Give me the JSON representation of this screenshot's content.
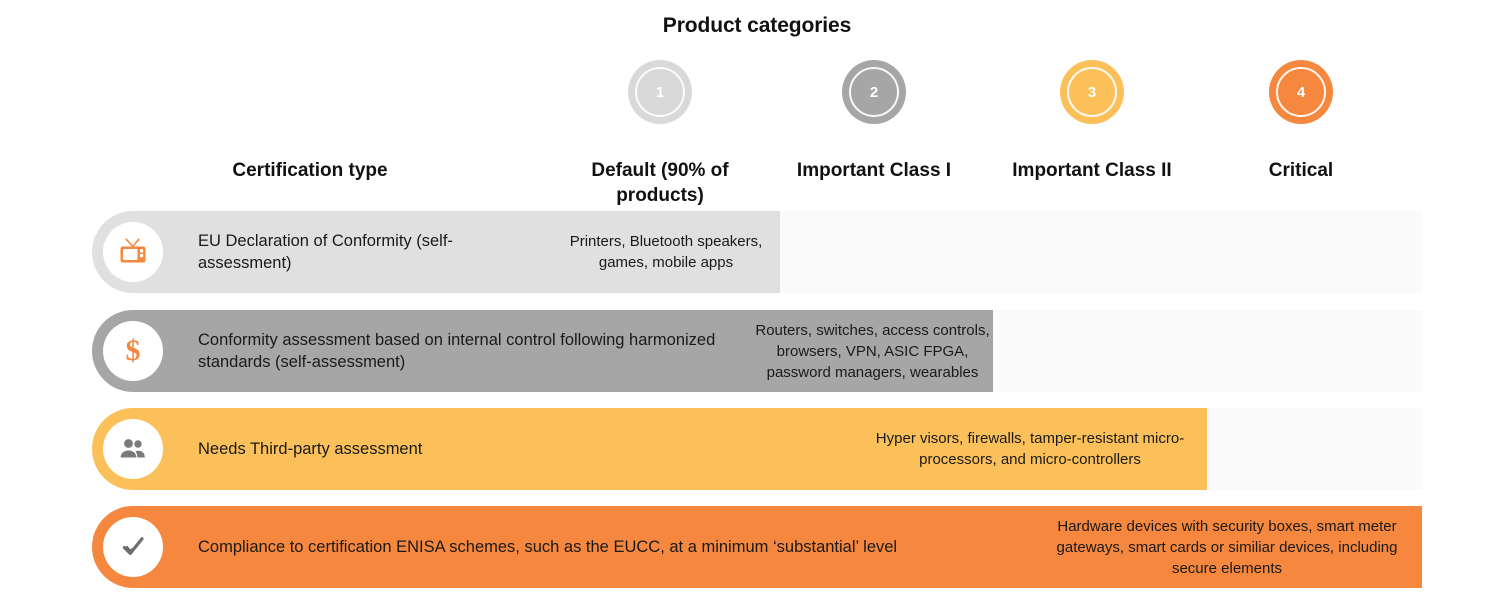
{
  "header": {
    "title": "Product categories",
    "certification_type_label": "Certification type"
  },
  "categories": [
    {
      "number": "1",
      "label": "Default (90% of products)",
      "color": "#d9d9d9"
    },
    {
      "number": "2",
      "label": "Important Class I",
      "color": "#a6a6a6"
    },
    {
      "number": "3",
      "label": "Important Class II",
      "color": "#fbc05a"
    },
    {
      "number": "4",
      "label": "Critical",
      "color": "#f5873f"
    }
  ],
  "rows": [
    {
      "icon": "retro-tv-icon",
      "certification": "EU Declaration of Conformity (self-assessment)",
      "products": "Printers, Bluetooth speakers, games, mobile apps",
      "bar_color": "#e0e0e0",
      "track_color": "#fafafa"
    },
    {
      "icon": "dollar-sign-icon",
      "certification": "Conformity assessment based on internal control following harmonized standards (self-assessment)",
      "products": "Routers, switches, access controls, browsers, VPN, ASIC FPGA, password managers, wearables",
      "bar_color": "#a6a6a6",
      "track_color": "#fafafa"
    },
    {
      "icon": "people-group-icon",
      "certification": "Needs Third-party assessment",
      "products": "Hyper visors, firewalls, tamper-resistant micro-processors, and micro-controllers",
      "bar_color": "#fbc05a",
      "track_color": "#fafafa"
    },
    {
      "icon": "checkmark-icon",
      "certification": "Compliance to certification ENISA schemes, such as the EUCC, at a minimum ‘substantial’ level",
      "products": "Hardware devices with security boxes, smart meter gateways, smart cards or similiar devices, including secure elements",
      "bar_color": "#f5873f",
      "track_color": "#fafafa"
    }
  ],
  "colors": {
    "accent_orange": "#f5873f",
    "light_orange": "#fbc05a",
    "mid_gray": "#a6a6a6",
    "light_gray": "#e0e0e0",
    "track_gray": "#fafafa",
    "icon_gray": "#7a7a7a"
  }
}
